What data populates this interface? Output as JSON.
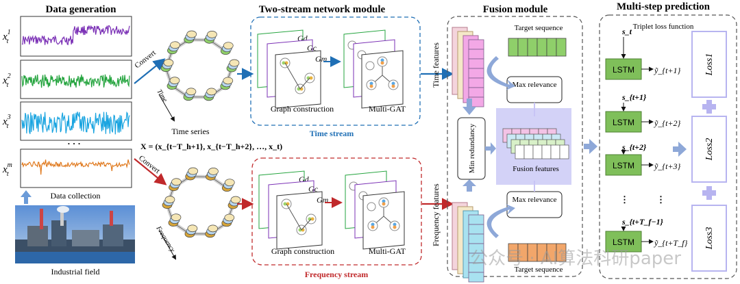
{
  "sections": {
    "data_generation": "Data generation",
    "two_stream": "Two-stream network module",
    "fusion": "Fusion module",
    "multistep": "Multi-step prediction"
  },
  "left": {
    "series_labels": [
      "x",
      "x",
      "x",
      "x"
    ],
    "series_sup": [
      "1",
      "2",
      "3",
      "m"
    ],
    "series_sub": "t",
    "series_colors": [
      "#7a2fb5",
      "#22a33c",
      "#19a4e0",
      "#e07a1f"
    ],
    "ellipsis": "· · ·",
    "data_collection": "Data collection",
    "industrial_field": "Industrial field"
  },
  "middle": {
    "convert_top": "Convert",
    "convert_bottom": "Convert",
    "time_axis": "Time",
    "frequency_axis": "Frequency",
    "time_series": "Time series",
    "formula": "X = (x_{t−T_h+1}, x_{t−T_h+2}, …, x_t)",
    "graph_labels": [
      "G_d",
      "G_c",
      "G_m"
    ],
    "graph_construction": "Graph construction",
    "multi_gat": "Multi-GAT",
    "time_stream": "Time stream",
    "frequency_stream": "Frequency stream"
  },
  "fusion": {
    "target_sequence_top": "Target sequence",
    "target_sequence_bottom": "Target sequence",
    "max_relevance_top": "Max relevance",
    "max_relevance_bottom": "Max relevance",
    "min_redundancy": "Min redundancy",
    "fusion_features": "Fusion features",
    "time_features": "Time features",
    "frequency_features": "Frequency features"
  },
  "prediction": {
    "triplet_loss": "Triplet loss function",
    "lstm_label": "LSTM",
    "inputs": [
      "s_t",
      "s_{t+1}",
      "s_{t+2}",
      "s_{t+T_f−1}"
    ],
    "outputs": [
      "ỹ_{t+1}",
      "ỹ_{t+2}",
      "ỹ_{t+3}",
      "ỹ_{t+T_f}"
    ],
    "losses": [
      "Loss_1",
      "Loss_2",
      "Loss_3"
    ]
  },
  "watermark": "公众号 · AI算法科研paper",
  "colors": {
    "time_blue": "#1f6fb5",
    "freq_red": "#c0292b",
    "lstm_green": "#7fbf5a",
    "fusion_purple": "#b7b4f0",
    "arrow_blue": "#8ea8d8"
  }
}
